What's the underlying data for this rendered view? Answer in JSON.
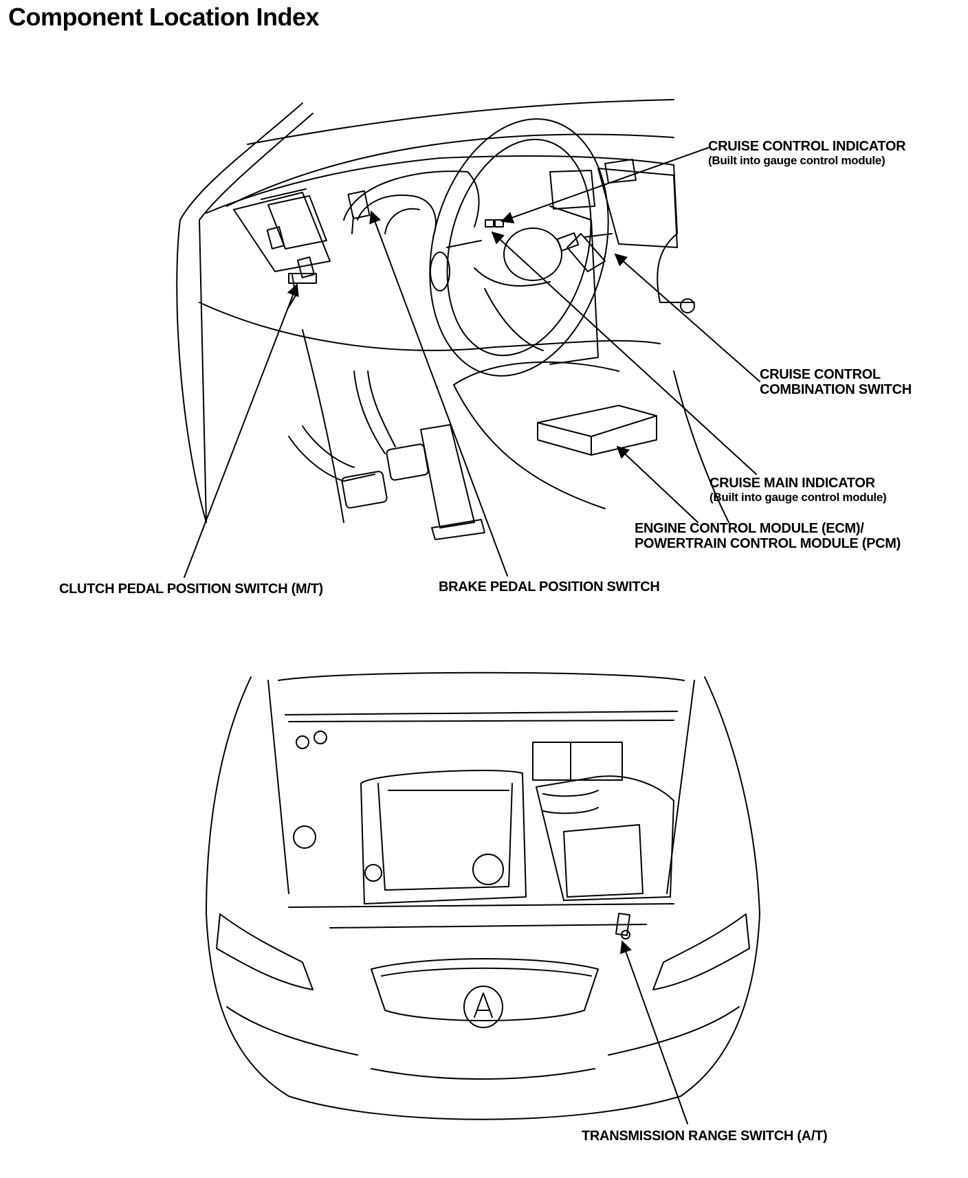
{
  "page": {
    "title": "Component Location Index"
  },
  "top_figure": {
    "labels": {
      "cruise_control_indicator": {
        "line1": "CRUISE CONTROL INDICATOR",
        "line2": "(Built into gauge control module)"
      },
      "cruise_control_combination_switch": {
        "line1": "CRUISE CONTROL",
        "line2": "COMBINATION SWITCH"
      },
      "cruise_main_indicator": {
        "line1": "CRUISE MAIN INDICATOR",
        "line2": "(Built into gauge control module)"
      },
      "ecm_pcm": {
        "line1": "ENGINE CONTROL MODULE (ECM)/",
        "line2": "POWERTRAIN CONTROL MODULE (PCM)"
      },
      "clutch_pedal_position_switch": {
        "line1": "CLUTCH PEDAL POSITION SWITCH (M/T)"
      },
      "brake_pedal_position_switch": {
        "line1": "BRAKE PEDAL POSITION SWITCH"
      }
    }
  },
  "bottom_figure": {
    "labels": {
      "transmission_range_switch": {
        "line1": "TRANSMISSION RANGE SWITCH (A/T)"
      }
    }
  }
}
